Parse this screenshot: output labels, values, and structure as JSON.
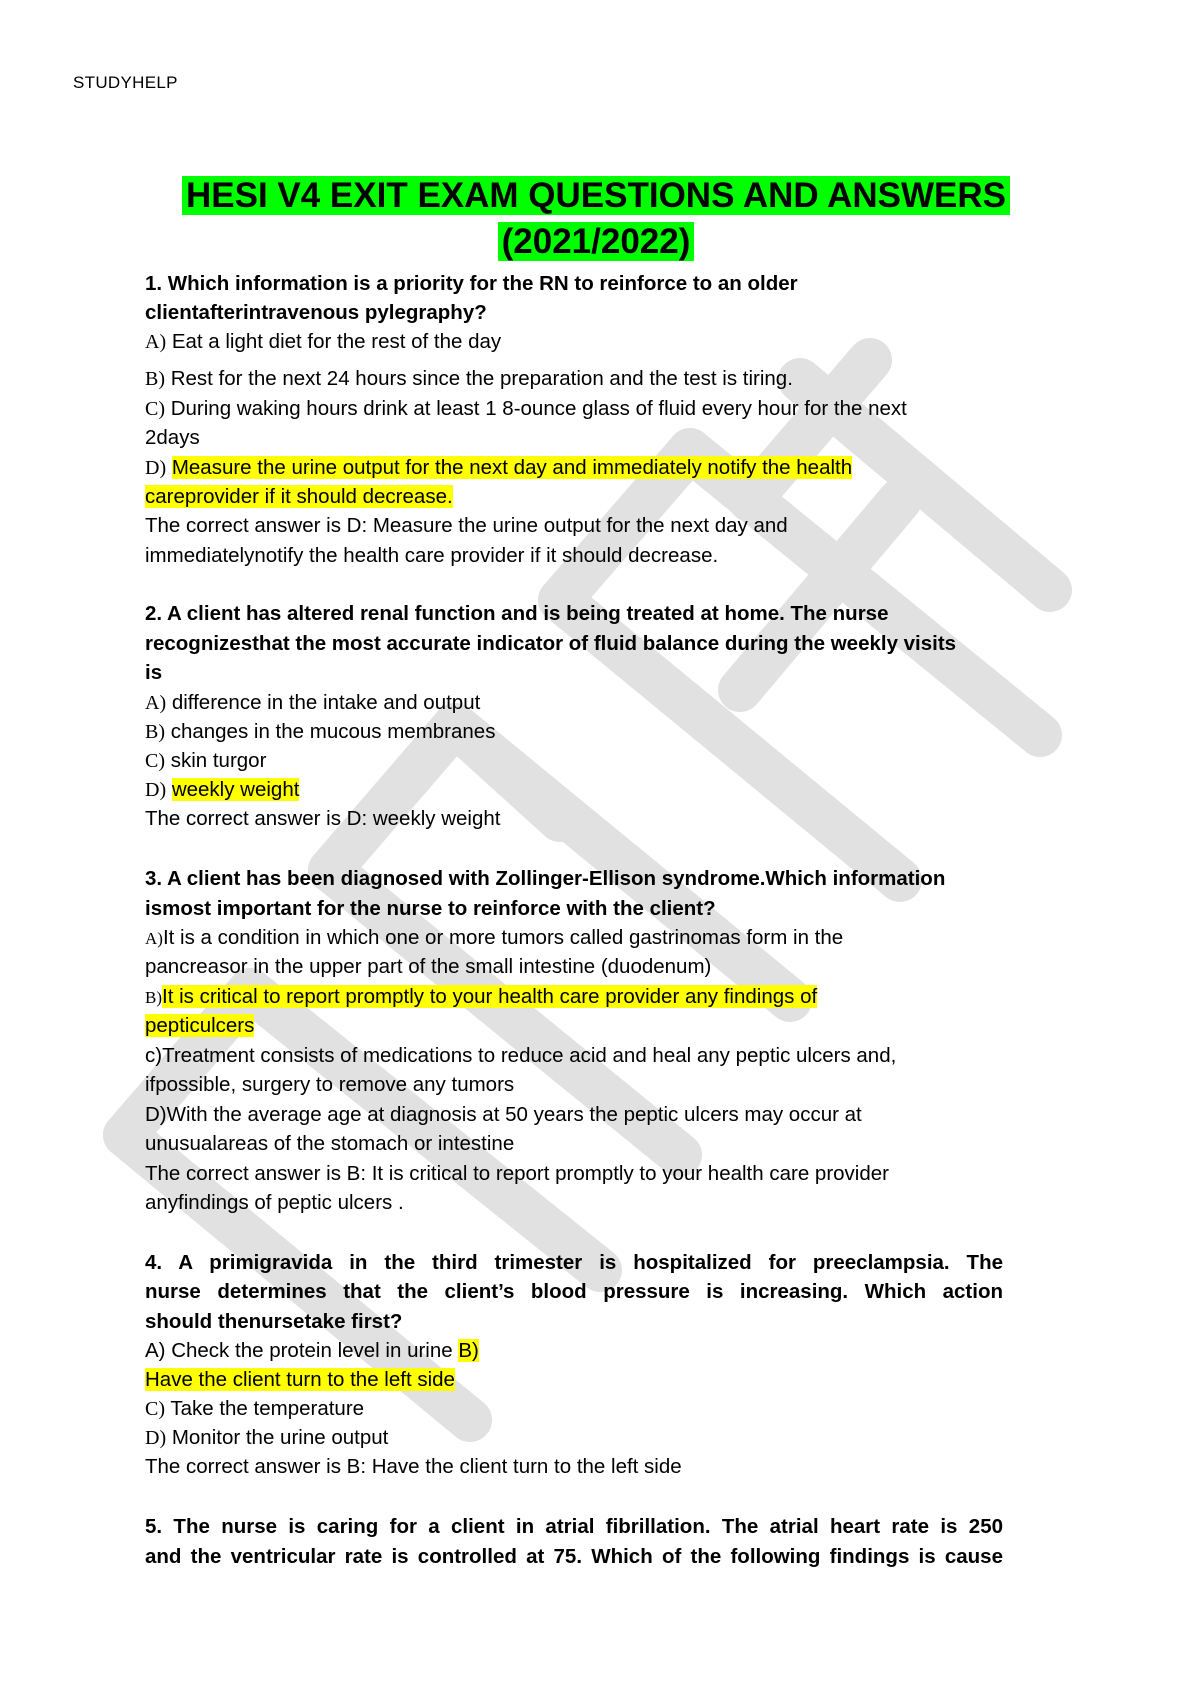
{
  "header": "STUDYHELP",
  "title": {
    "line1": "HESI V4 EXIT EXAM QUESTIONS AND ANSWERS",
    "line2": "(2021/2022)"
  },
  "q1": {
    "stem_l1": "1. Which information is a priority for the RN to reinforce to an older",
    "stem_l2": "clientafterintravenous pylegraphy?",
    "a_letter": "A)",
    "a_text": "Eat a light diet for the rest of the day",
    "b_letter": "B)",
    "b_text": "Rest for the next 24 hours since the preparation and the test is tiring.",
    "c_letter": "C)",
    "c_text_l1": "During waking hours drink at least 1 8-ounce glass of fluid every hour for the next",
    "c_text_l2": "2days",
    "d_letter": "D)",
    "d_text_l1": "Measure the urine output for the next day and immediately notify the health",
    "d_text_l2": "careprovider if it should decrease.",
    "answer_l1": "The correct answer is D: Measure the urine output for the next day and",
    "answer_l2": "immediatelynotify the health care provider if it should decrease."
  },
  "q2": {
    "stem_l1": "2. A client has altered renal function and is being treated at home. The nurse",
    "stem_l2": "recognizesthat the most accurate indicator of fluid balance during the weekly visits",
    "stem_l3": "is",
    "a_letter": "A)",
    "a_text": "difference in the intake and output",
    "b_letter": "B)",
    "b_text": "changes in the mucous membranes",
    "c_letter": "C)",
    "c_text": "skin turgor",
    "d_letter": "D)",
    "d_text": "weekly weight",
    "answer": "The correct answer is D: weekly weight"
  },
  "q3": {
    "stem_l1": "3. A client has been diagnosed with Zollinger-Ellison syndrome.Which information",
    "stem_l2": "ismost important for the nurse to reinforce with the client?",
    "a_letter": "A)",
    "a_text_l1": "It is a condition in which one or more tumors called gastrinomas form in the",
    "a_text_l2": "pancreasor in the upper part of the small intestine (duodenum)",
    "b_letter": "B)",
    "b_text_l1": "It is critical to report promptly to your health care provider any findings of",
    "b_text_l2": "pepticulcers",
    "c_text_l1": "c)Treatment consists of medications to reduce acid and heal any peptic ulcers and,",
    "c_text_l2": "ifpossible, surgery to remove any tumors",
    "d_text_l1": "D)With the average age at diagnosis at 50 years the peptic ulcers may occur at",
    "d_text_l2": "unusualareas of the stomach or intestine",
    "answer_l1": "The correct answer is B: It is critical to report promptly to your health care provider",
    "answer_l2": "anyfindings of peptic ulcers ."
  },
  "q4": {
    "stem_l1": "4. A primigravida in the third trimester is hospitalized for preeclampsia. The",
    "stem_l2": "nurse determines that the client’s blood pressure is increasing. Which action",
    "stem_l3": "should thenursetake first?",
    "a_text": "A) Check the protein level in urine",
    "b_letter": "B)",
    "b_text": "Have the client turn to the left side",
    "c_letter": "C)",
    "c_text": "Take the temperature",
    "d_letter": "D)",
    "d_text": "Monitor the urine output",
    "answer": "The correct answer is B: Have the client turn to the left side"
  },
  "q5": {
    "stem_l1": "5. The nurse is caring for a client in atrial fibrillation. The atrial heart rate is 250",
    "stem_l2": "and the ventricular rate is controlled at 75. Which of the following findings is cause"
  },
  "colors": {
    "title_highlight": "#00ff00",
    "answer_highlight": "#ffff00",
    "watermark": "#dcdcdc"
  }
}
